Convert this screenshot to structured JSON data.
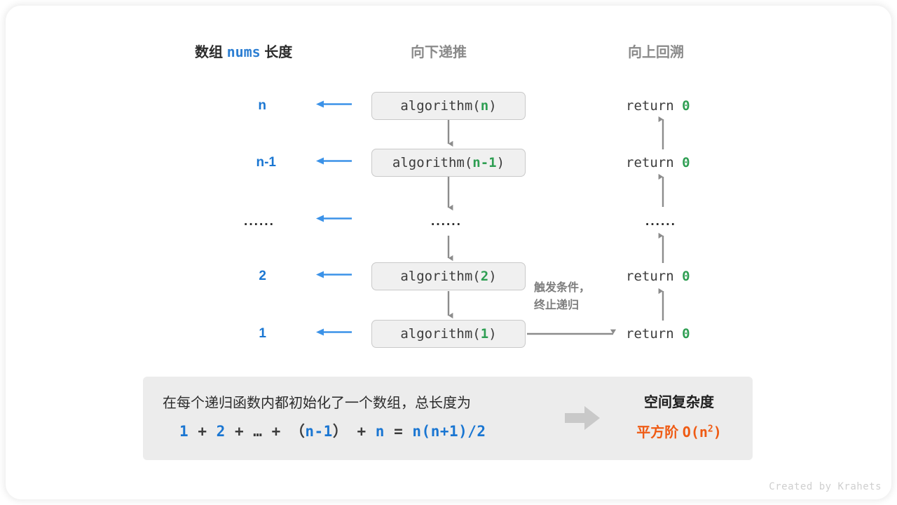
{
  "headers": {
    "left_prefix": "数组",
    "left_code": "nums",
    "left_suffix": "长度",
    "middle": "向下递推",
    "right": "向上回溯"
  },
  "colors": {
    "blue": "#1a76d2",
    "green": "#2e9e52",
    "gray": "#8a8a8a",
    "orange": "#ef5b14",
    "box_fill": "#f0f0f0",
    "box_border": "#c9c9c9",
    "panel_fill": "#ececec",
    "arrow_blue": "#3b92e8",
    "arrow_gray": "#8c8c8c"
  },
  "rows": [
    {
      "length": "n",
      "call_prefix": "algorithm(",
      "call_arg": "n",
      "call_suffix": ")",
      "return_text": "return",
      "return_value": "0"
    },
    {
      "length": "n-1",
      "call_prefix": "algorithm(",
      "call_arg": "n-1",
      "call_suffix": ")",
      "return_text": "return",
      "return_value": "0"
    },
    {
      "length": "······",
      "call_prefix": "",
      "call_arg": "",
      "call_suffix": "",
      "return_text": "",
      "return_value": ""
    },
    {
      "length": "2",
      "call_prefix": "algorithm(",
      "call_arg": "2",
      "call_suffix": ")",
      "return_text": "return",
      "return_value": "0"
    },
    {
      "length": "1",
      "call_prefix": "algorithm(",
      "call_arg": "1",
      "call_suffix": ")",
      "return_text": "return",
      "return_value": "0"
    }
  ],
  "middle_dots": "······",
  "right_dots": "······",
  "note": {
    "line1": "触发条件，",
    "line2": "终止递归"
  },
  "summary": {
    "line1": "在每个递归函数内都初始化了一个数组，总长度为",
    "formula": {
      "t1": "1",
      "o1": "+",
      "t2": "2",
      "o2": "+",
      "t3": "…",
      "o3": "+",
      "p1": "（",
      "t4": "n-1",
      "p2": "）",
      "o4": "+",
      "t5": "n",
      "eq": "=",
      "result": "n(n+1)/2"
    },
    "right_title": "空间复杂度",
    "right_value_label": "平方阶",
    "right_value_big": "O(n",
    "right_value_sup": "2",
    "right_value_tail": ")"
  },
  "credit": "Created by Krahets"
}
